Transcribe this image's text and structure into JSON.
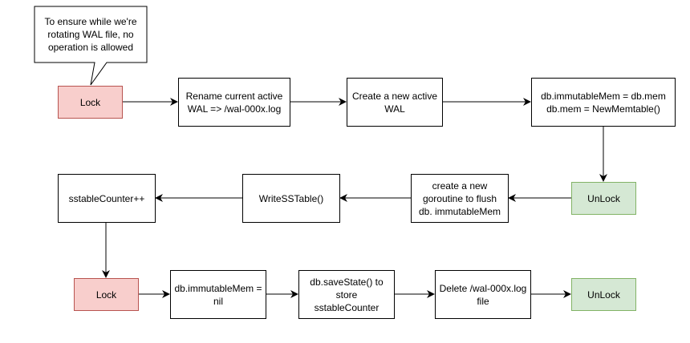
{
  "callout": {
    "text": "To ensure while we're\nrotating WAL file, no\noperation is allowed"
  },
  "nodes": {
    "lock_1": "Lock",
    "rename_wal": "Rename current active\nWAL => /wal-000x.log",
    "create_wal": "Create a new active\nWAL",
    "swap_memtable": "db.immutableMem = db.mem\ndb.mem = NewMemtable()",
    "unlock_1": "UnLock",
    "flush_goroutine": "create a new\ngoroutine to flush\ndb. immutableMem",
    "write_sstable": "WriteSSTable()",
    "sstable_counter": "sstableCounter++",
    "lock_2": "Lock",
    "clear_immutable": "db.immutableMem =\nnil",
    "save_state": "db.saveState() to\nstore sstableCounter",
    "delete_wal": "Delete /wal-000x.log\nfile",
    "unlock_2": "UnLock"
  },
  "colors": {
    "lock_fill": "#f8cecc",
    "lock_stroke": "#b85450",
    "unlock_fill": "#d5e8d4",
    "unlock_stroke": "#82b366",
    "line": "#000000"
  }
}
